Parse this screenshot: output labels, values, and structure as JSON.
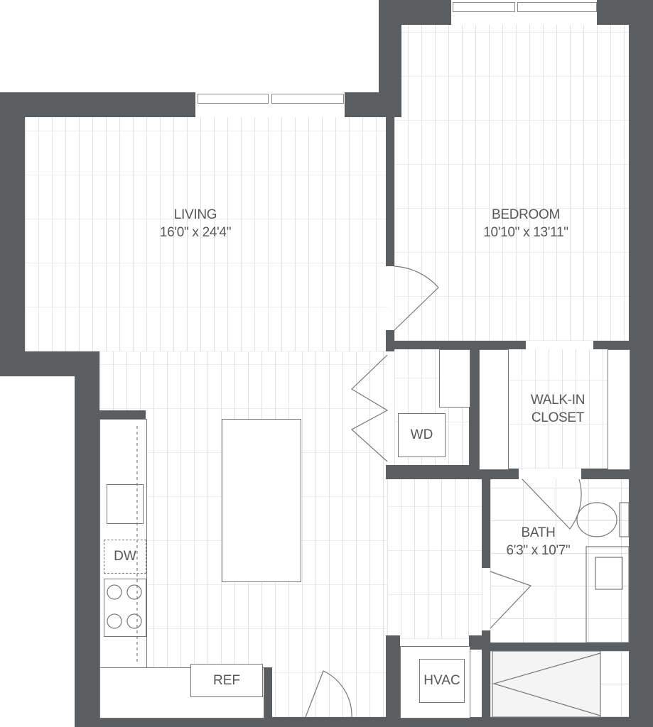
{
  "rooms": {
    "living": {
      "name": "LIVING",
      "size": "16'0\" x 24'4\""
    },
    "bedroom": {
      "name": "BEDROOM",
      "size": "10'10\" x 13'11\""
    },
    "closet": {
      "name_line1": "WALK-IN",
      "name_line2": "CLOSET"
    },
    "bath": {
      "name": "BATH",
      "size": "6'3\" x 10'7\""
    }
  },
  "fixtures": {
    "wd": "WD",
    "dw": "DW",
    "ref": "REF",
    "hvac": "HVAC"
  },
  "colors": {
    "wall": "#5b5e61",
    "text": "#55585b"
  }
}
